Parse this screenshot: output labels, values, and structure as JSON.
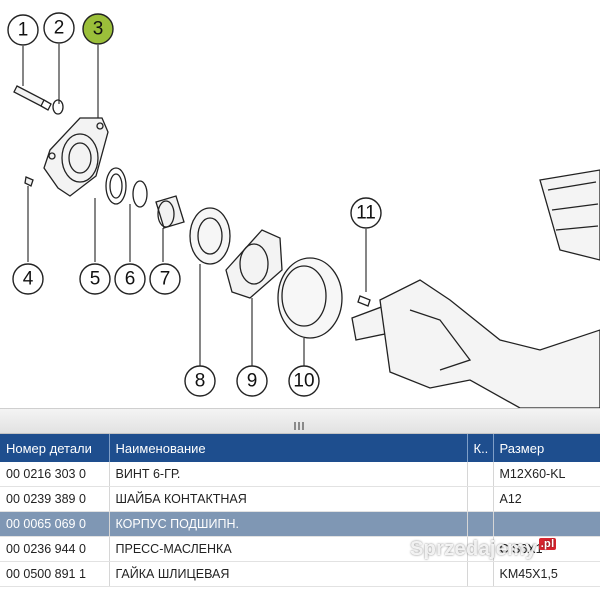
{
  "callouts": [
    {
      "label": "1",
      "highlight": false
    },
    {
      "label": "2",
      "highlight": false
    },
    {
      "label": "3",
      "highlight": true
    },
    {
      "label": "4",
      "highlight": false
    },
    {
      "label": "5",
      "highlight": false
    },
    {
      "label": "6",
      "highlight": false
    },
    {
      "label": "7",
      "highlight": false
    },
    {
      "label": "8",
      "highlight": false
    },
    {
      "label": "9",
      "highlight": false
    },
    {
      "label": "10",
      "highlight": false
    },
    {
      "label": "11",
      "highlight": false
    }
  ],
  "colors": {
    "header_bg": "#1e4e8e",
    "selected_row": "#7f97b4",
    "highlight_callout": "#9bbf3a"
  },
  "table": {
    "headers": [
      "Номер детали",
      "Наименование",
      "К..",
      "Размер"
    ],
    "rows": [
      {
        "number": "00 0216 303 0",
        "name": "ВИНТ 6-ГР.",
        "qty": "",
        "size": "M12X60-KL",
        "selected": false
      },
      {
        "number": "00 0239 389 0",
        "name": "ШАЙБА КОНТАКТНАЯ",
        "qty": "",
        "size": "A12",
        "selected": false
      },
      {
        "number": "00 0065 069 0",
        "name": "КОРПУС ПОДШИПН.",
        "qty": "",
        "size": "",
        "selected": true
      },
      {
        "number": "00 0236 944 0",
        "name": "ПРЕСС-МАСЛЕНКА",
        "qty": "",
        "size": "C S6X1",
        "selected": false
      },
      {
        "number": "00 0500 891 1",
        "name": "ГАЙКА ШЛИЦЕВАЯ",
        "qty": "",
        "size": "KM45X1,5",
        "selected": false
      }
    ]
  },
  "watermark": {
    "text": "Sprzedajemy",
    "suffix": ".pl"
  }
}
